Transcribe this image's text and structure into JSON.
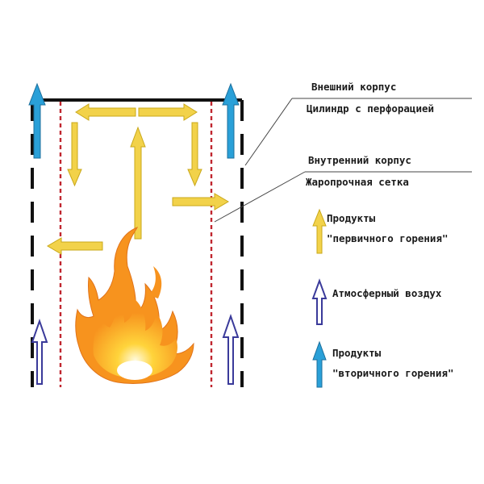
{
  "labels": {
    "outer_body": "Внешний корпус",
    "perforated_cylinder": "Цилиндр с перфорацией",
    "inner_body": "Внутренний корпус",
    "heat_mesh": "Жаропрочная сетка"
  },
  "legend": {
    "primary_line1": "Продукты",
    "primary_line2": "\"первичного горения\"",
    "air": "Атмосферный воздух",
    "secondary_line1": "Продукты",
    "secondary_line2": "\"вторичного горения\""
  },
  "colors": {
    "primary_arrow": "#f2d24a",
    "air_arrow": "#3a3a9a",
    "secondary_arrow": "#2aa0d8",
    "inner_mesh": "#c0262f",
    "outer_wall": "#111111",
    "flame_outer": "#f7931e",
    "flame_inner": "#ffd43b"
  },
  "icons": {
    "flame": "flame-icon"
  }
}
